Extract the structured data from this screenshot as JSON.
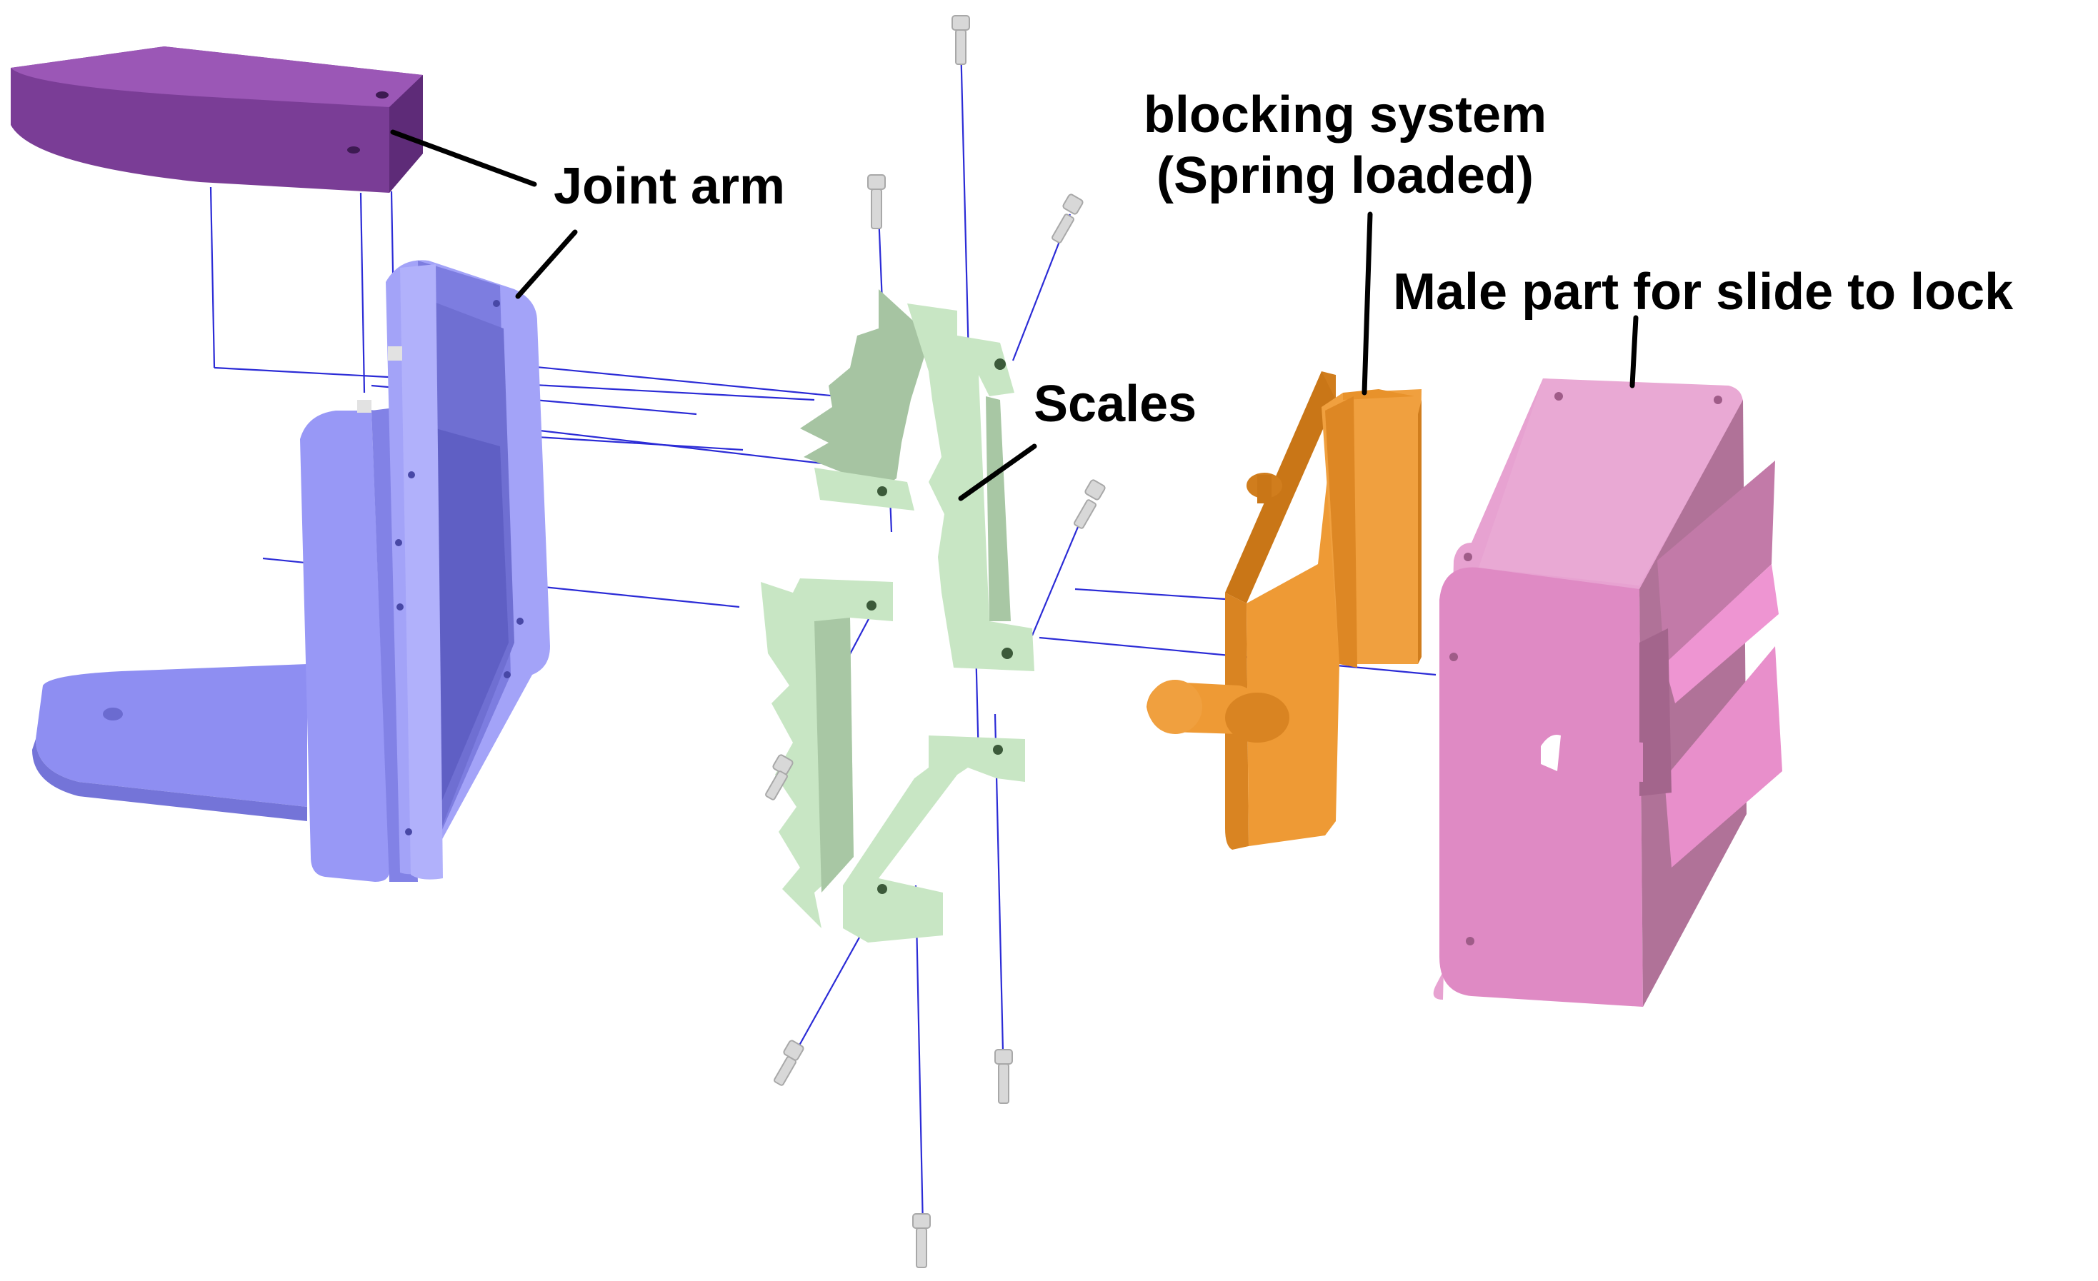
{
  "colors": {
    "background": "#ffffff",
    "joint_arm_top": "#8a4aa6",
    "joint_arm_body": "#9a9af5",
    "scales": "#c8e6c4",
    "blocking_system": "#ee9a35",
    "male_part": "#df8ac4",
    "screws": "#d8d8d8",
    "axis_lines": "#2b2bd6",
    "callout_lines": "#000000",
    "label_text": "#000000"
  },
  "labels": {
    "joint_arm": "Joint arm",
    "blocking_line1": "blocking system",
    "blocking_line2": "(Spring loaded)",
    "male_part": "Male part for slide to lock",
    "scales": "Scales"
  }
}
